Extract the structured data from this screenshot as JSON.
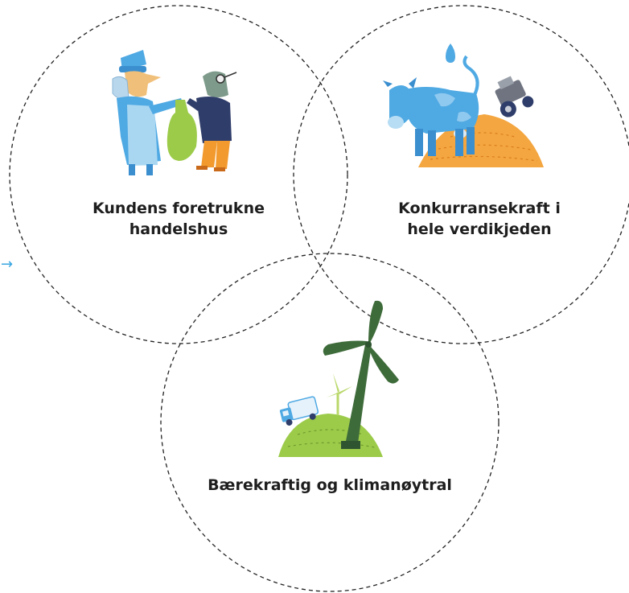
{
  "circles": [
    {
      "id": "customer",
      "label_lines": [
        "Kundens foretrukne",
        "handelshus"
      ],
      "illustration": "shopkeeper-and-customer"
    },
    {
      "id": "competitiveness",
      "label_lines": [
        "Konkurransekraft i",
        "hele verdikjeden"
      ],
      "illustration": "cow-on-hill-with-tractor"
    },
    {
      "id": "sustainability",
      "label_lines": [
        "Bærekraftig og klimanøytral"
      ],
      "illustration": "wind-turbines-and-electric-truck"
    }
  ],
  "side_arrow": "→",
  "colors": {
    "circle_stroke": "#222222",
    "label_text": "#1e1e1e",
    "sky_blue": "#4fa9e3",
    "apron_blue": "#a9d7f2",
    "hill_orange": "#f4a640",
    "leaf_green": "#9ccb4a",
    "turbine_green": "#3e6b3a",
    "arrow_blue": "#3aa6e0"
  }
}
